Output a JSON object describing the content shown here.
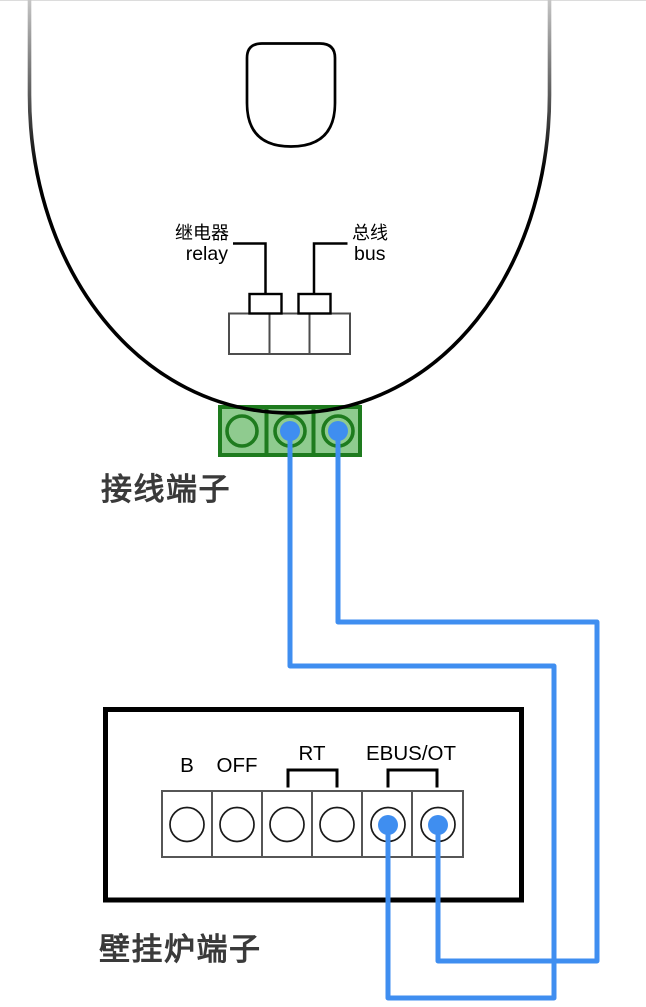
{
  "thermostat": {
    "relay_label_zh": "继电器",
    "relay_label_en": "relay",
    "bus_label_zh": "总线",
    "bus_label_en": "bus",
    "caption": "接线端子"
  },
  "boiler": {
    "caption": "壁挂炉端子",
    "terminal_labels": {
      "b": "B",
      "off": "OFF",
      "rt": "RT",
      "ebus_ot": "EBUS/OT"
    }
  },
  "colors": {
    "wire": "#3F8EF0",
    "terminal_block_fill": "#8FCB8F",
    "terminal_block_border": "#1E7B1E",
    "caption_text": "#3A3A3A"
  }
}
